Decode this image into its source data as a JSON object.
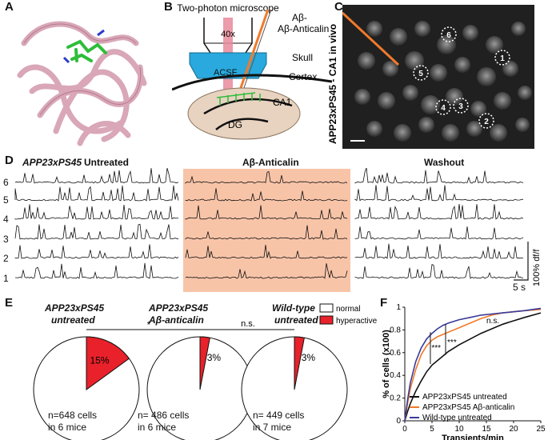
{
  "panels": {
    "A": "A",
    "B": "B",
    "C": "C",
    "D": "D",
    "E": "E",
    "F": "F"
  },
  "panel_b": {
    "title": "Two-photon microscope",
    "objective": "40x",
    "drug": "Aβ-Anticalin",
    "acsf": "ACSF",
    "skull": "Skull",
    "cortex": "Cortex",
    "ca1": "CA1",
    "dg": "DG"
  },
  "panel_c": {
    "side_label": "APP23xPS45 - CA1 in vivo",
    "cells": [
      "1",
      "2",
      "3",
      "4",
      "5",
      "6"
    ]
  },
  "panel_d": {
    "genotype": "APP23xPS45",
    "conditions": [
      "Untreated",
      "Aβ-Anticalin",
      "Washout"
    ],
    "row_labels": [
      "6",
      "5",
      "4",
      "3",
      "2",
      "1"
    ],
    "scale_time": "5 s",
    "scale_amp": "100% df/f"
  },
  "panel_e": {
    "groups": [
      {
        "title1": "APP23xPS45",
        "title2": "untreated",
        "percent": 15,
        "percent_label": "15%",
        "n1": "n=648 cells",
        "n2": "in 6 mice"
      },
      {
        "title1": "APP23xPS45",
        "title2": "Aβ-anticalin",
        "percent": 3,
        "percent_label": "3%",
        "n1": "n= 486 cells",
        "n2": "in 6 mice"
      },
      {
        "title1": "Wild-type",
        "title2": "untreated",
        "percent": 3,
        "percent_label": "3%",
        "n1": "n= 449 cells",
        "n2": "in 7 mice"
      }
    ],
    "legend": {
      "normal": "normal",
      "hyperactive": "hyperactive"
    },
    "sig1": "*",
    "sig2": "n.s.",
    "colors": {
      "hyperactive": "#e8212a",
      "normal": "#ffffff"
    }
  },
  "chart_data": {
    "type": "line",
    "ylabel": "% of cells (x100)",
    "xlabel": "Transients/min",
    "xlim": [
      0,
      25
    ],
    "ylim": [
      0,
      1
    ],
    "xticks": [
      "0",
      "5",
      "10",
      "15",
      "20",
      "25"
    ],
    "yticks": [
      "0",
      "0.2",
      "0.4",
      "0.6",
      "0.8",
      "1"
    ],
    "annotations": [
      "***",
      "***",
      "n.s."
    ],
    "series": [
      {
        "name": "APP23xPS45 untreated",
        "color": "#111111",
        "x": [
          0,
          0.5,
          1,
          2,
          3,
          4,
          5,
          6,
          7,
          8,
          10,
          12,
          14,
          16,
          18,
          20,
          22,
          25
        ],
        "y": [
          0,
          0.08,
          0.15,
          0.26,
          0.35,
          0.43,
          0.49,
          0.53,
          0.57,
          0.61,
          0.67,
          0.72,
          0.77,
          0.81,
          0.85,
          0.88,
          0.91,
          0.95
        ]
      },
      {
        "name": "APP23xPS45 Aβ-anticalin",
        "color": "#f07a2a",
        "x": [
          0,
          0.5,
          1,
          2,
          3,
          4,
          5,
          6,
          7,
          8,
          10,
          12,
          14,
          16,
          18,
          20,
          22,
          25
        ],
        "y": [
          0,
          0.15,
          0.28,
          0.45,
          0.58,
          0.66,
          0.71,
          0.74,
          0.76,
          0.78,
          0.82,
          0.86,
          0.9,
          0.93,
          0.95,
          0.96,
          0.97,
          0.98
        ]
      },
      {
        "name": "Wild-type untreated",
        "color": "#3a3a9a",
        "x": [
          0,
          0.5,
          1,
          2,
          3,
          4,
          5,
          6,
          7,
          8,
          10,
          12,
          14,
          16,
          18,
          20,
          22,
          25
        ],
        "y": [
          0,
          0.18,
          0.33,
          0.52,
          0.64,
          0.72,
          0.77,
          0.81,
          0.84,
          0.86,
          0.89,
          0.91,
          0.93,
          0.94,
          0.95,
          0.96,
          0.97,
          0.99
        ]
      }
    ]
  }
}
